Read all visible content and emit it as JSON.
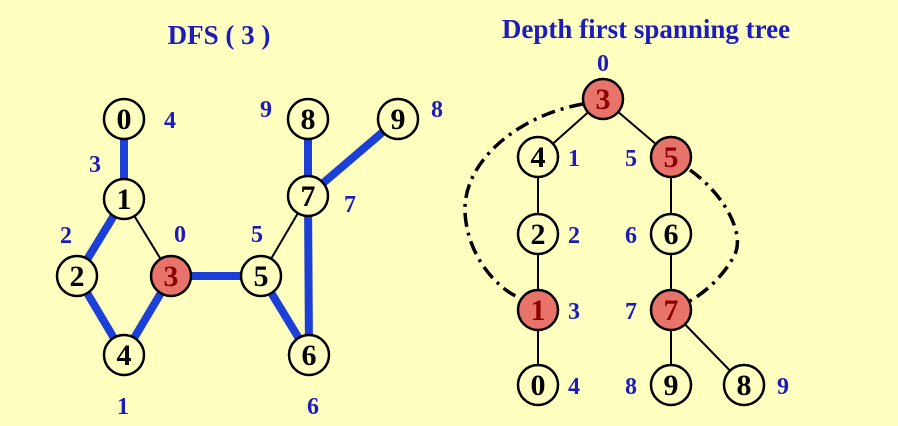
{
  "left_graph": {
    "title": "DFS ( 3 )",
    "nodes": [
      {
        "id": "n0",
        "label": "0",
        "highlight": false
      },
      {
        "id": "n1",
        "label": "1",
        "highlight": false
      },
      {
        "id": "n2",
        "label": "2",
        "highlight": false
      },
      {
        "id": "n3",
        "label": "3",
        "highlight": true
      },
      {
        "id": "n4",
        "label": "4",
        "highlight": false
      },
      {
        "id": "n5",
        "label": "5",
        "highlight": false
      },
      {
        "id": "n6",
        "label": "6",
        "highlight": false
      },
      {
        "id": "n7",
        "label": "7",
        "highlight": false
      },
      {
        "id": "n8",
        "label": "8",
        "highlight": false
      },
      {
        "id": "n9",
        "label": "9",
        "highlight": false
      }
    ],
    "edges": [
      {
        "from": "n0",
        "to": "n1",
        "tree": true
      },
      {
        "from": "n1",
        "to": "n2",
        "tree": true
      },
      {
        "from": "n1",
        "to": "n3",
        "tree": false
      },
      {
        "from": "n2",
        "to": "n4",
        "tree": true
      },
      {
        "from": "n4",
        "to": "n3",
        "tree": true
      },
      {
        "from": "n3",
        "to": "n5",
        "tree": true
      },
      {
        "from": "n5",
        "to": "n7",
        "tree": false
      },
      {
        "from": "n5",
        "to": "n6",
        "tree": true
      },
      {
        "from": "n7",
        "to": "n6",
        "tree": true
      },
      {
        "from": "n7",
        "to": "n8",
        "tree": true
      },
      {
        "from": "n7",
        "to": "n9",
        "tree": true
      }
    ],
    "dfn_numbers": [
      {
        "node": "n0",
        "value": "4"
      },
      {
        "node": "n1",
        "value": "3"
      },
      {
        "node": "n2",
        "value": "2"
      },
      {
        "node": "n3",
        "value": "0"
      },
      {
        "node": "n4",
        "value": "1"
      },
      {
        "node": "n5",
        "value": "5"
      },
      {
        "node": "n6",
        "value": "6"
      },
      {
        "node": "n7",
        "value": "7"
      },
      {
        "node": "n8",
        "value": "9"
      },
      {
        "node": "n9",
        "value": "8"
      }
    ]
  },
  "right_tree": {
    "title": "Depth first spanning tree",
    "nodes": [
      {
        "id": "t3",
        "label": "3",
        "highlight": true
      },
      {
        "id": "t4",
        "label": "4",
        "highlight": false
      },
      {
        "id": "t2",
        "label": "2",
        "highlight": false
      },
      {
        "id": "t1",
        "label": "1",
        "highlight": true
      },
      {
        "id": "t0",
        "label": "0",
        "highlight": false
      },
      {
        "id": "t5",
        "label": "5",
        "highlight": true
      },
      {
        "id": "t6",
        "label": "6",
        "highlight": false
      },
      {
        "id": "t7",
        "label": "7",
        "highlight": true
      },
      {
        "id": "t9",
        "label": "9",
        "highlight": false
      },
      {
        "id": "t8",
        "label": "8",
        "highlight": false
      }
    ],
    "edges": [
      {
        "from": "t3",
        "to": "t4"
      },
      {
        "from": "t4",
        "to": "t2"
      },
      {
        "from": "t2",
        "to": "t1"
      },
      {
        "from": "t1",
        "to": "t0"
      },
      {
        "from": "t3",
        "to": "t5"
      },
      {
        "from": "t5",
        "to": "t6"
      },
      {
        "from": "t6",
        "to": "t7"
      },
      {
        "from": "t7",
        "to": "t9"
      },
      {
        "from": "t7",
        "to": "t8"
      }
    ],
    "back_edges": [
      {
        "from": "t3",
        "to": "t1"
      },
      {
        "from": "t5",
        "to": "t7"
      }
    ],
    "dfn_numbers": [
      {
        "node": "t3",
        "value": "0"
      },
      {
        "node": "t4",
        "value": "1"
      },
      {
        "node": "t2",
        "value": "2"
      },
      {
        "node": "t1",
        "value": "3"
      },
      {
        "node": "t0",
        "value": "4"
      },
      {
        "node": "t5",
        "value": "5"
      },
      {
        "node": "t6",
        "value": "6"
      },
      {
        "node": "t7",
        "value": "7"
      },
      {
        "node": "t9",
        "value": "8"
      },
      {
        "node": "t8",
        "value": "9"
      }
    ]
  },
  "colors": {
    "background": "#FFFFC0",
    "tree_edge": "#1C3FD8",
    "text_blue": "#1C1CBE",
    "node_fill": "#FFFFC0",
    "highlight_fill": "#E8736B",
    "highlight_text": "#8B0000"
  }
}
